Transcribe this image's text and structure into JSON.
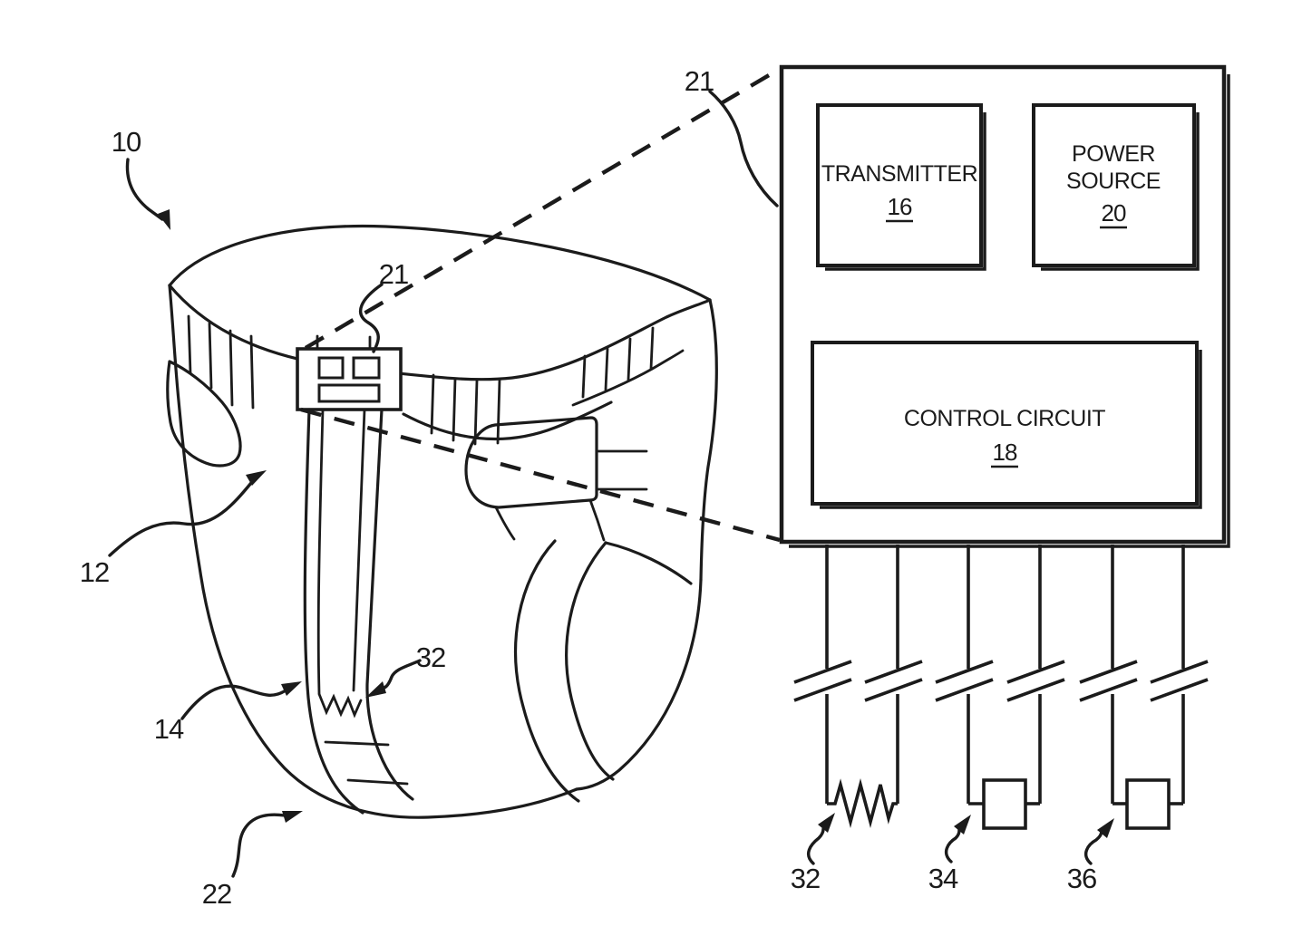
{
  "figure": {
    "title": "Absorbent article with wetness sensor — patent figure",
    "line_color": "#1b1b1b",
    "background_color": "#ffffff"
  },
  "labels": {
    "ref_10": "10",
    "ref_12": "12",
    "ref_14": "14",
    "ref_21_diaper": "21",
    "ref_21_module": "21",
    "ref_22": "22",
    "ref_32_strip": "32",
    "ref_32_resistor": "32",
    "ref_34": "34",
    "ref_36": "36"
  },
  "blocks": {
    "transmitter": {
      "name": "TRANSMITTER",
      "num": "16"
    },
    "power": {
      "name1": "POWER",
      "name2": "SOURCE",
      "num": "20"
    },
    "control": {
      "name": "CONTROL CIRCUIT",
      "num": "18"
    }
  }
}
